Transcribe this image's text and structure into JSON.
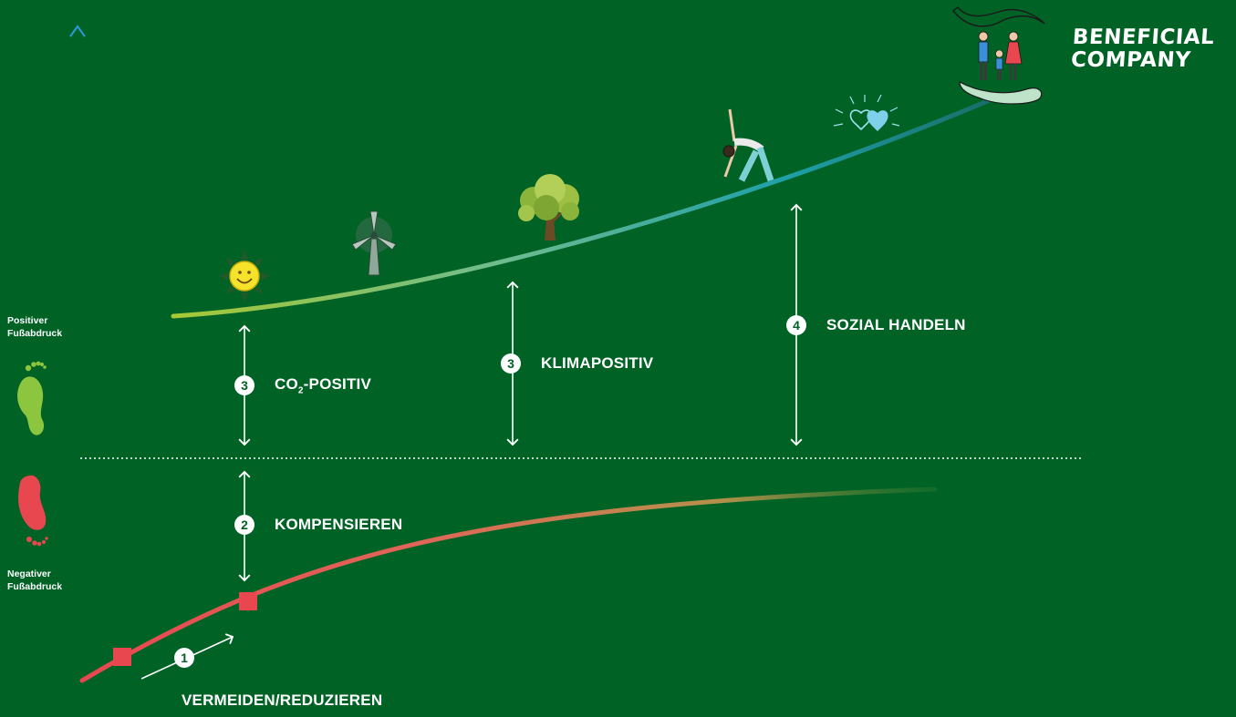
{
  "axis": {
    "positive_label_line1": "Positiver",
    "positive_label_line2": "Fußabdruck",
    "negative_label_line1": "Negativer",
    "negative_label_line2": "Fußabdruck"
  },
  "brand": {
    "line1": "BENEFICIAL",
    "line2": "COMPANY"
  },
  "steps": [
    {
      "number": "1",
      "label": "VERMEIDEN/REDUZIEREN"
    },
    {
      "number": "2",
      "label": "KOMPENSIEREN"
    },
    {
      "number": "3",
      "label_main": "CO",
      "label_sub": "2",
      "label_rest": "-POSITIV"
    },
    {
      "number": "3",
      "label": "KLIMAPOSITIV"
    },
    {
      "number": "4",
      "label": "SOZIAL HANDELN"
    }
  ],
  "icons": [
    "sun-icon",
    "wind-turbine-icon",
    "tree-icon",
    "yoga-person-icon",
    "hearts-icon",
    "family-in-hands-icon",
    "green-footprint-icon",
    "red-footprint-icon"
  ],
  "colors": {
    "background": "#006325",
    "negative_curve": "#e8474f",
    "positive_curve_start": "#a6c834",
    "positive_curve_end": "#1fa0a8",
    "axis_top": "#2a9ad8",
    "axis_bottom": "#e8474f"
  }
}
